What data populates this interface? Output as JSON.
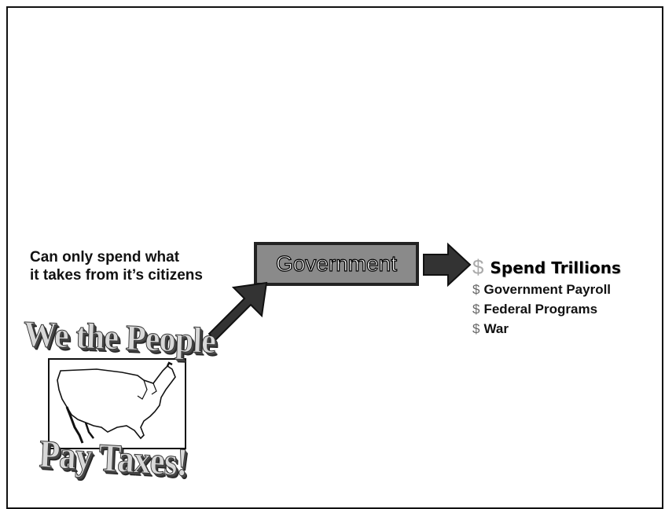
{
  "caption": {
    "line1": "Can only spend what",
    "line2": "it takes from it’s citizens"
  },
  "government": {
    "label": "Government"
  },
  "people": {
    "top_wordart": "We the People",
    "bottom_wordart": "Pay Taxes!"
  },
  "spending": {
    "dollar_symbol": "$",
    "heading": "Spend Trillions",
    "items": [
      {
        "symbol": "$",
        "label": "Government Payroll"
      },
      {
        "symbol": "$",
        "label": "Federal Programs"
      },
      {
        "symbol": "$",
        "label": "War"
      }
    ]
  },
  "colors": {
    "government_box_fill": "#8a8a8a",
    "arrow_fill": "#333333",
    "border": "#111111"
  },
  "icons": {
    "map": "us-map-outline-icon",
    "arrow_up": "arrow-up-right-icon",
    "arrow_right": "arrow-right-icon"
  }
}
